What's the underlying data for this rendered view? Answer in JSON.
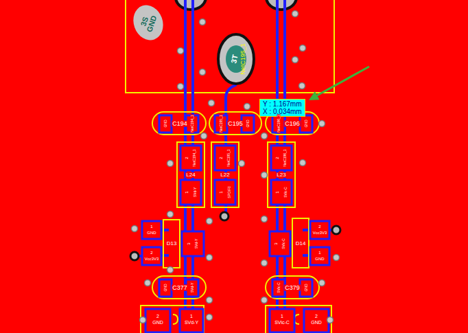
{
  "diagram": {
    "nodes": [
      {
        "text": [
          "3S",
          "GND"
        ]
      },
      {
        "text": [
          "3T",
          "NetC195_1"
        ]
      },
      {
        "text": [
          "Y : 1.167mm",
          "X : 0.034mm"
        ]
      }
    ],
    "labels": [
      "C194",
      "C195",
      "C196",
      "GND",
      "NetC194_1",
      "NetC195_1",
      "GND",
      "NetC196_1",
      "GND",
      "2",
      "NetC194_1",
      "L24",
      "1",
      "SVd-Y",
      "2",
      "NetC195_1",
      "L22",
      "1",
      "SPDIF0",
      "2",
      "NetC196_1",
      "L23",
      "1",
      "SVic-C",
      "1",
      "GND",
      "2",
      "Vcc3V3",
      "D13",
      "3",
      "SVd-Y",
      "D14",
      "2",
      "Vcc3V3",
      "1",
      "GND",
      "3",
      "SVic-C",
      "C377",
      "GND",
      "SVd-Y",
      "C379",
      "SVic-C",
      "GND",
      "2",
      "GND",
      "1",
      "SVd-Y",
      "1",
      "SVic-C",
      "2",
      "GND"
    ]
  }
}
